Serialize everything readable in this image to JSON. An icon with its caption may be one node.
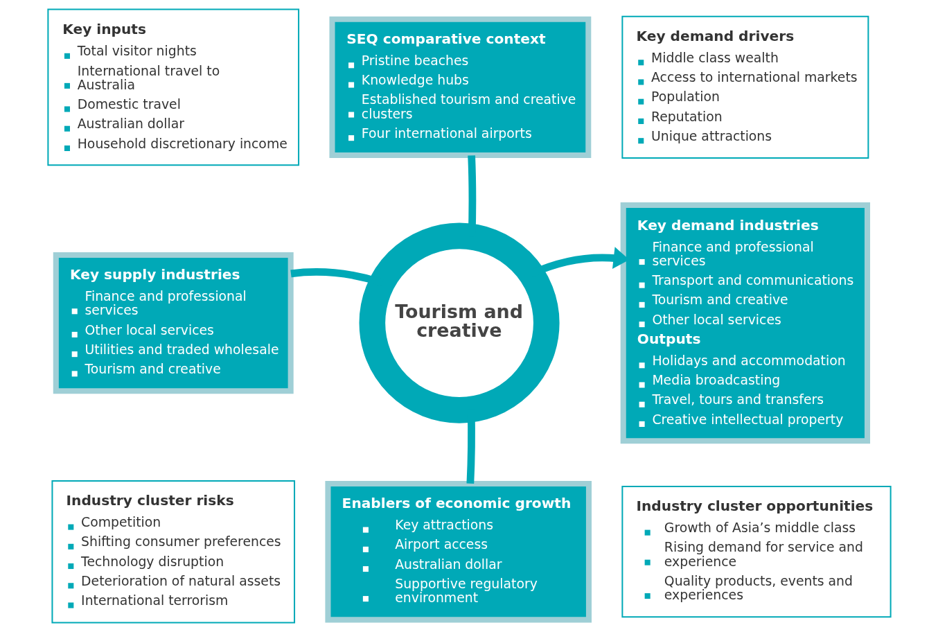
{
  "diagram": {
    "nodes": [
      {
        "text": [
          "Key inputs",
          "Total visitor nights",
          "International travel to Australia",
          "Domestic travel",
          "Australian dollar",
          "Household discretionary income"
        ]
      },
      {
        "text": [
          "SEQ comparative context",
          "Pristine beaches",
          "Knowledge hubs",
          "Established tourism and creative clusters",
          "Four international airports"
        ]
      },
      {
        "text": [
          "Key demand drivers",
          "Middle class wealth",
          "Access to international markets",
          "Population",
          "Reputation",
          "Unique attractions"
        ]
      },
      {
        "text": [
          "Key supply industries",
          "Finance and professional services",
          "Other local services",
          "Utilities and traded wholesale",
          "Tourism and creative"
        ]
      },
      {
        "text": [
          "Tourism and creative"
        ]
      },
      {
        "text": [
          "Key demand industries",
          "Finance and professional services",
          "Transport and communications",
          "Tourism and creative",
          "Other local services",
          "Outputs",
          "Holidays and accommodation",
          "Media broadcasting",
          "Travel, tours and transfers",
          "Creative intellectual property"
        ]
      },
      {
        "text": [
          "Industry cluster risks",
          "Competition",
          "Shifting consumer preferences",
          "Technology disruption",
          "Deterioration of natural assets",
          "International terrorism"
        ]
      },
      {
        "text": [
          "Enablers of economic growth",
          "Key attractions",
          "Airport access",
          "Australian dollar",
          "Supportive regulatory environment"
        ]
      },
      {
        "text": [
          "Industry cluster opportunities",
          "Growth of Asia’s middle class",
          "Rising demand for service and experience",
          "Quality products, events and experiences"
        ]
      }
    ],
    "edges": [
      {
        "from": 1,
        "to": 4,
        "arrow": "none"
      },
      {
        "from": 3,
        "to": 4,
        "arrow": "none"
      },
      {
        "from": 4,
        "to": 5,
        "arrow": "to"
      },
      {
        "from": 4,
        "to": 7,
        "arrow": "none"
      }
    ]
  }
}
